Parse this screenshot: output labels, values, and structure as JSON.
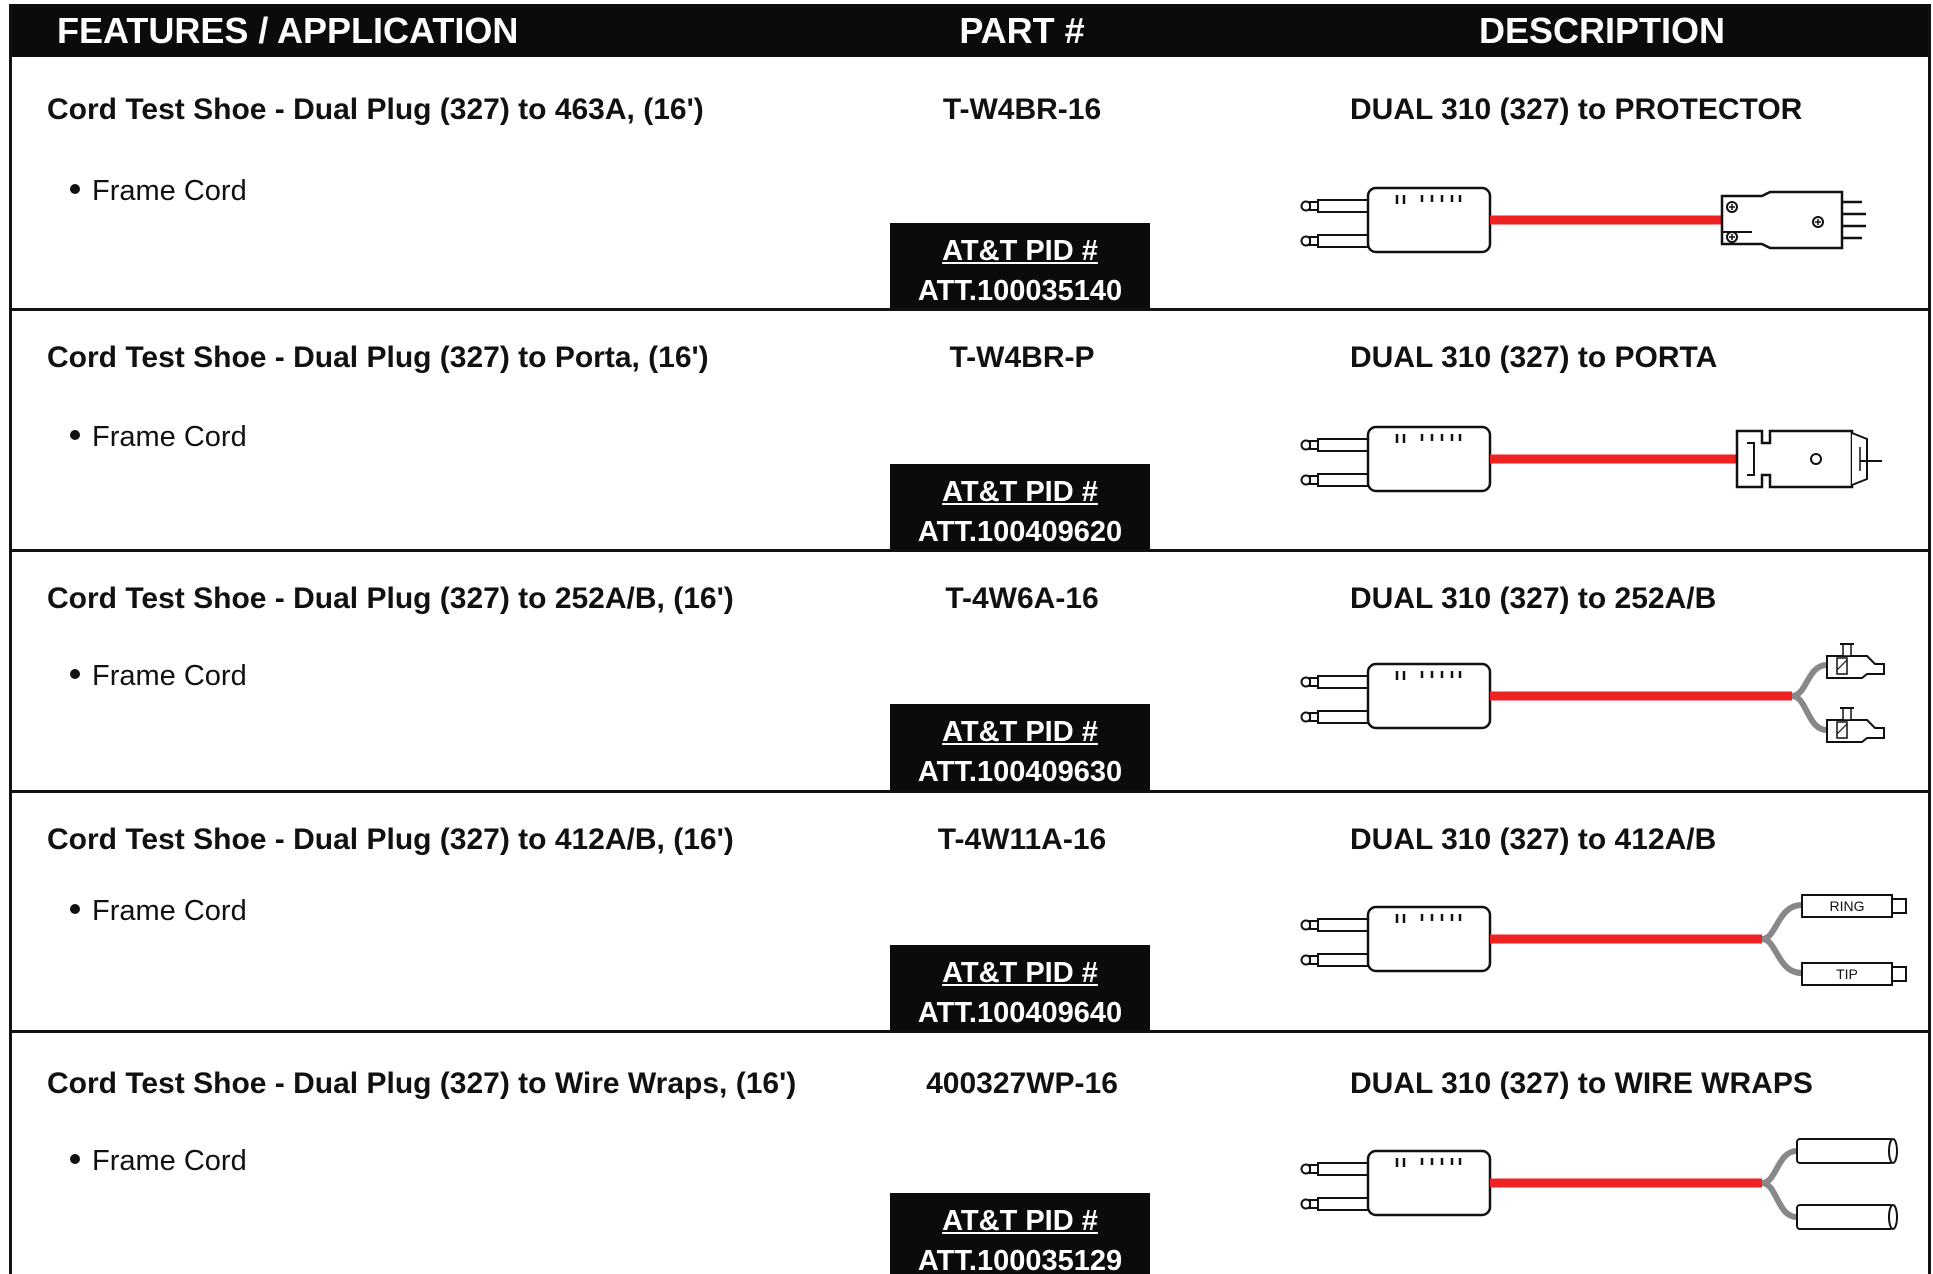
{
  "header": {
    "features": "FEATURES / APPLICATION",
    "part": "PART #",
    "description": "DESCRIPTION"
  },
  "rows": [
    {
      "title": "Cord Test Shoe - Dual Plug (327) to 463A, (16')",
      "bullet": "Frame Cord",
      "part": "T-W4BR-16",
      "pid_label": "AT&T PID #",
      "pid": "ATT.100035140",
      "description": "DUAL 310 (327) to PROTECTOR",
      "connector": "protector-icon"
    },
    {
      "title": "Cord Test Shoe - Dual Plug (327) to Porta, (16')",
      "bullet": "Frame Cord",
      "part": "T-W4BR-P",
      "pid_label": "AT&T PID #",
      "pid": "ATT.100409620",
      "description": "DUAL 310 (327) to PORTA",
      "connector": "porta-connector-icon"
    },
    {
      "title": "Cord Test Shoe - Dual Plug (327) to 252A/B, (16')",
      "bullet": "Frame Cord",
      "part": "T-4W6A-16",
      "pid_label": "AT&T PID #",
      "pid": "ATT.100409630",
      "description": "DUAL 310 (327) to 252A/B",
      "connector": "clip-connector-icon"
    },
    {
      "title": "Cord Test Shoe - Dual Plug (327) to 412A/B, (16')",
      "bullet": "Frame Cord",
      "part": "T-4W11A-16",
      "pid_label": "AT&T PID #",
      "pid": "ATT.100409640",
      "description": "DUAL 310 (327) to 412A/B",
      "connector": "ring-tip-plug-icon",
      "ring_label": "RING",
      "tip_label": "TIP"
    },
    {
      "title": "Cord Test Shoe - Dual Plug (327) to Wire Wraps, (16')",
      "bullet": "Frame Cord",
      "part": "400327WP-16",
      "pid_label": "AT&T PID #",
      "pid": "ATT.100035129",
      "description": "DUAL 310 (327) to WIRE WRAPS",
      "connector": "wire-wrap-icon"
    }
  ],
  "colors": {
    "cord": "#ee2222",
    "lead": "#888888",
    "band": "#0b0b0b"
  }
}
